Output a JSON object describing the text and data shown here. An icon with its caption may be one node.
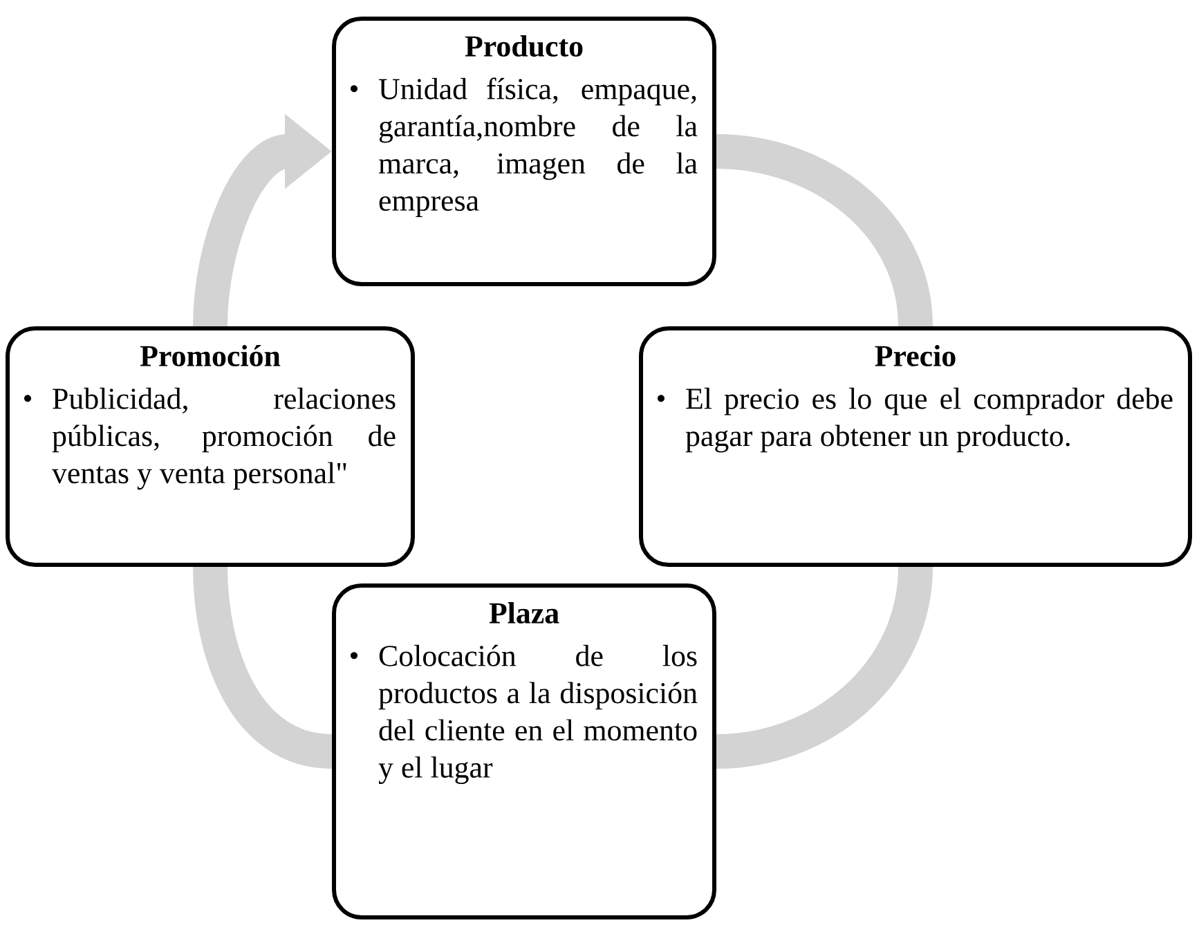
{
  "diagram": {
    "nodes": [
      {
        "text": [
          "Producto",
          "Unidad física, empaque, garantía,nombre de la marca, imagen de la empresa"
        ]
      },
      {
        "text": [
          "Precio",
          "El precio es lo que el comprador debe pagar para obtener un producto."
        ]
      },
      {
        "text": [
          "Plaza",
          "Colocación de los productos a la disposición del cliente en el momento y el lugar"
        ]
      },
      {
        "text": [
          "Promoción",
          "Publicidad, relaciones públicas, promoción de ventas y venta personal\""
        ]
      }
    ],
    "edges": [
      {
        "from": 0,
        "to": 1,
        "arrow": "none"
      },
      {
        "from": 1,
        "to": 2,
        "arrow": "none"
      },
      {
        "from": 2,
        "to": 3,
        "arrow": "none"
      },
      {
        "from": 3,
        "to": 0,
        "arrow": "to"
      }
    ]
  }
}
